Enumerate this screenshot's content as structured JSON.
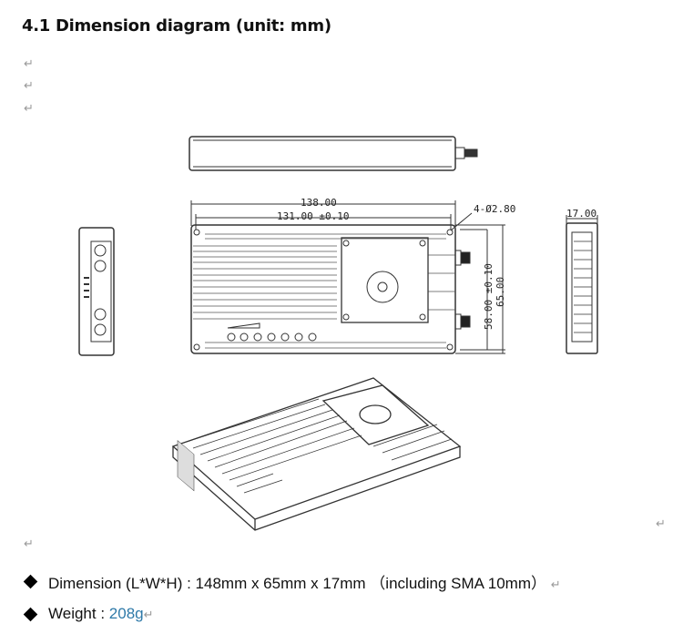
{
  "heading": "4.1 Dimension diagram (unit: mm)",
  "paragraph_mark": "↵",
  "drawing": {
    "dim_overall_length": "138.00",
    "dim_hole_spacing_length": "131.00 ±0.10",
    "dim_holes": "4-Ø2.80",
    "dim_hole_spacing_width": "58.00 ±0.10",
    "dim_overall_width": "65.00",
    "dim_height": "17.00"
  },
  "specs": [
    {
      "label": "Dimension (L*W*H) : ",
      "value": "148mm x 65mm x 17mm （including SMA 10mm）"
    },
    {
      "label": "Weight : ",
      "value": "208g"
    }
  ],
  "colors": {
    "value_blue": "#2e79a8"
  }
}
